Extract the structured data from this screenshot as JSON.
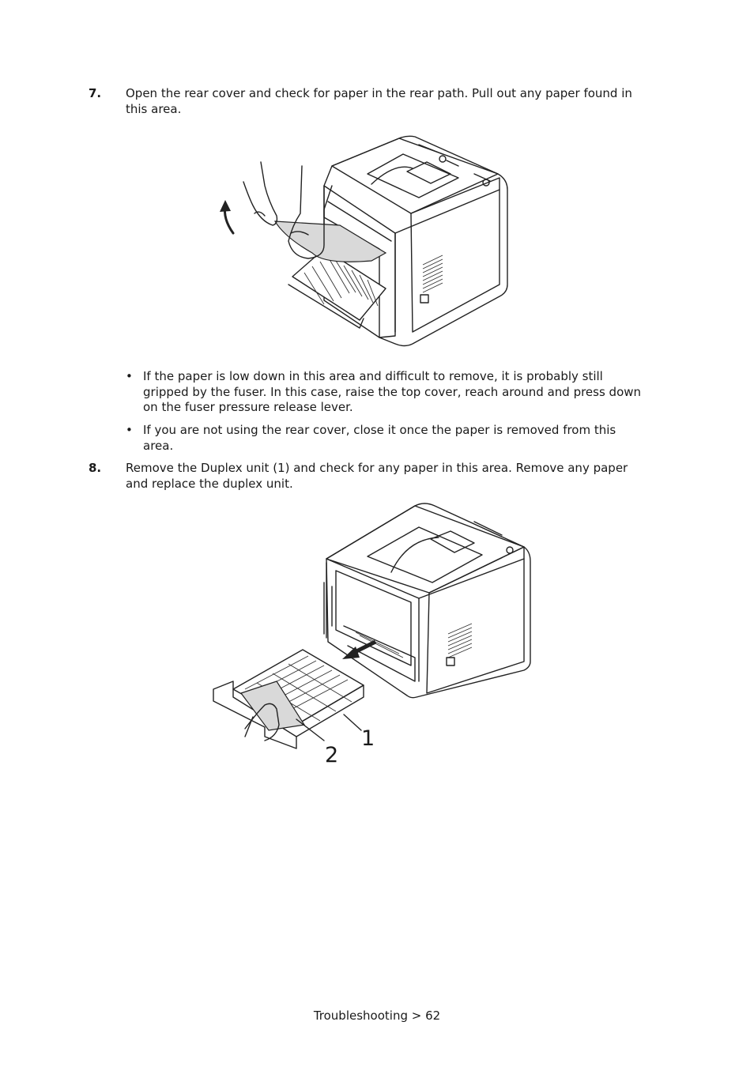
{
  "steps": [
    {
      "number": "7.",
      "text": "Open the rear cover and check for paper in the rear path. Pull out any paper found in this area."
    },
    {
      "number": "8.",
      "text": "Remove the Duplex unit (1) and check for any paper in this area. Remove any paper and replace the duplex unit."
    }
  ],
  "bullets": [
    "If the paper is low down in this area and difficult to remove, it is probably still gripped by the fuser. In this case, raise the top cover, reach around and press down on the fuser pressure release lever.",
    "If you are not using the rear cover, close it once the paper is removed from this area."
  ],
  "figure2_callouts": [
    "1",
    "2"
  ],
  "footer": "Troubleshooting > 62"
}
